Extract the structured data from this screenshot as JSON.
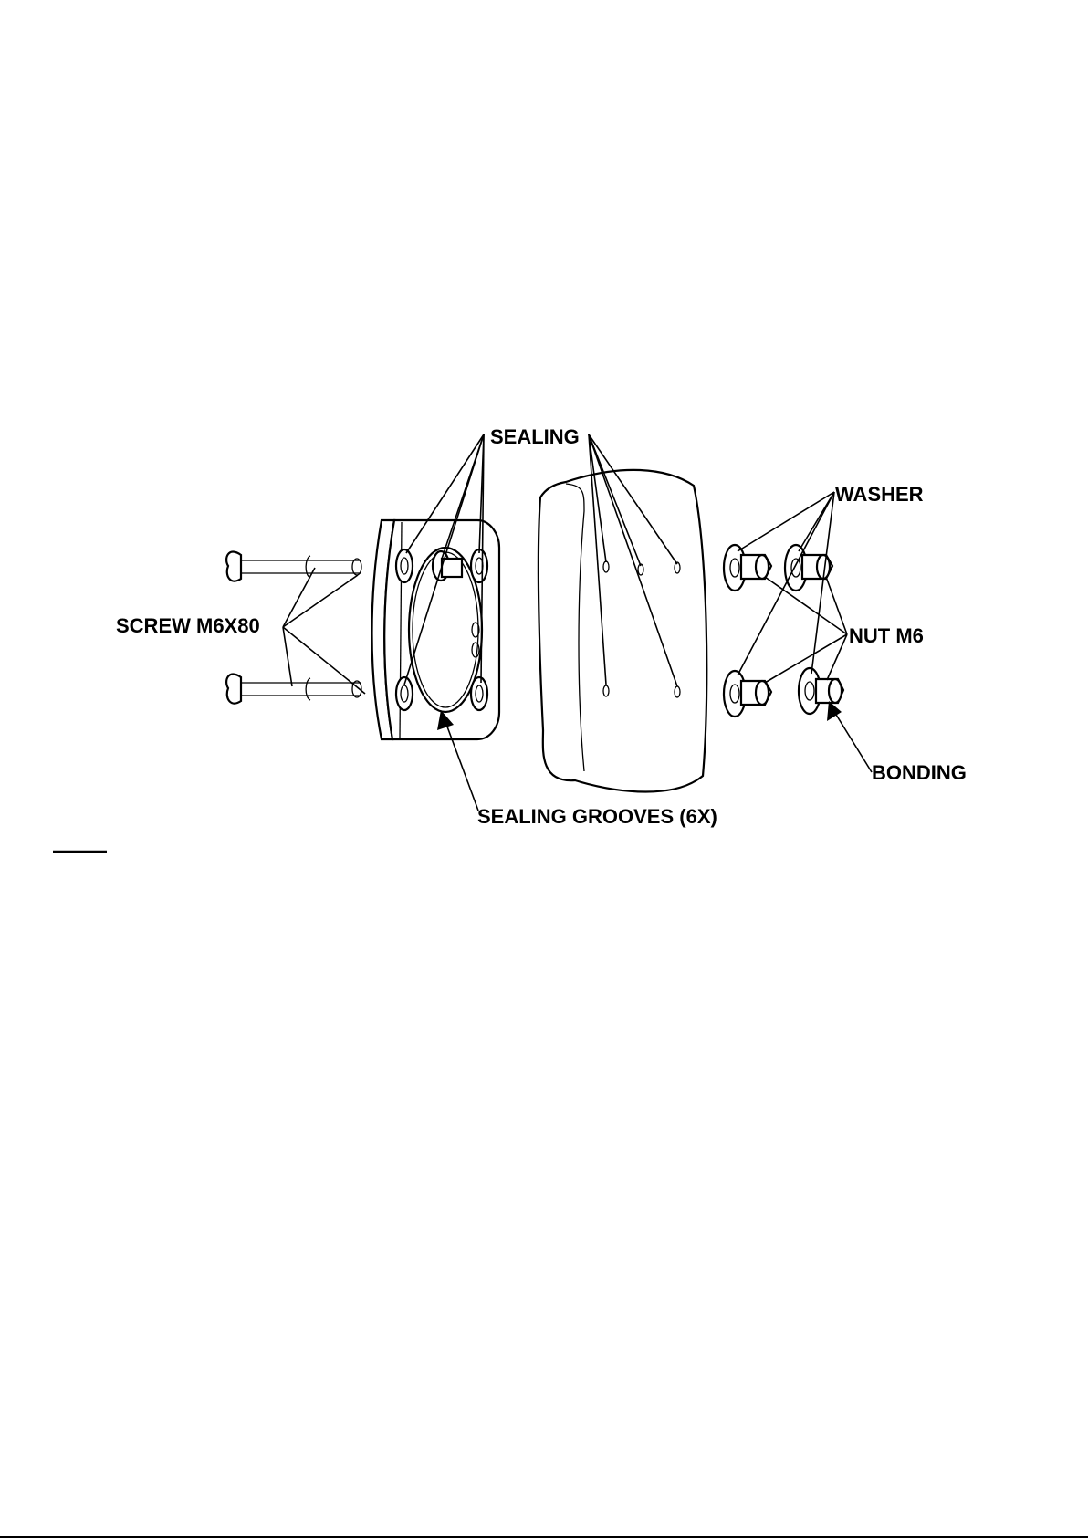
{
  "labels": {
    "sealing_left": "SEALING",
    "sealing_right": "SEALING",
    "washer": "WASHER",
    "screw": "SCREW M6X80",
    "nut": "NUT M6",
    "bonding": "BONDING",
    "sealing_grooves": "SEALING GROOVES (6X)"
  }
}
